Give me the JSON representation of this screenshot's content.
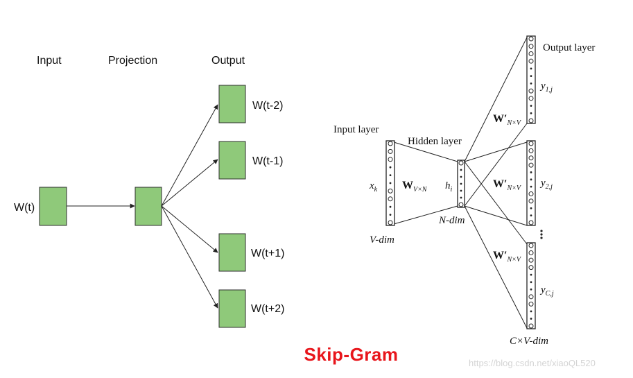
{
  "left_diagram": {
    "headers": {
      "input": "Input",
      "projection": "Projection",
      "output": "Output"
    },
    "input_label": "W(t)",
    "outputs": [
      "W(t-2)",
      "W(t-1)",
      "W(t+1)",
      "W(t+2)"
    ],
    "box_color": "#8fc97a"
  },
  "right_diagram": {
    "input_layer": "Input layer",
    "hidden_layer": "Hidden layer",
    "output_layer": "Output layer",
    "x_label": "x",
    "x_sub": "k",
    "h_label": "h",
    "h_sub": "i",
    "w_in": "W",
    "w_in_sub": "V×N",
    "w_out": "W′",
    "w_out_sub": "N×V",
    "y_top": "y",
    "y_top_sub": "1,j",
    "y_mid": "y",
    "y_mid_sub": "2,j",
    "y_bot": "y",
    "y_bot_sub": "C,j",
    "v_dim": "V-dim",
    "n_dim": "N-dim",
    "cv_dim": "C×V-dim"
  },
  "caption": "Skip-Gram",
  "caption_color": "#e8151b",
  "watermark": "https://blog.csdn.net/xiaoQL520"
}
